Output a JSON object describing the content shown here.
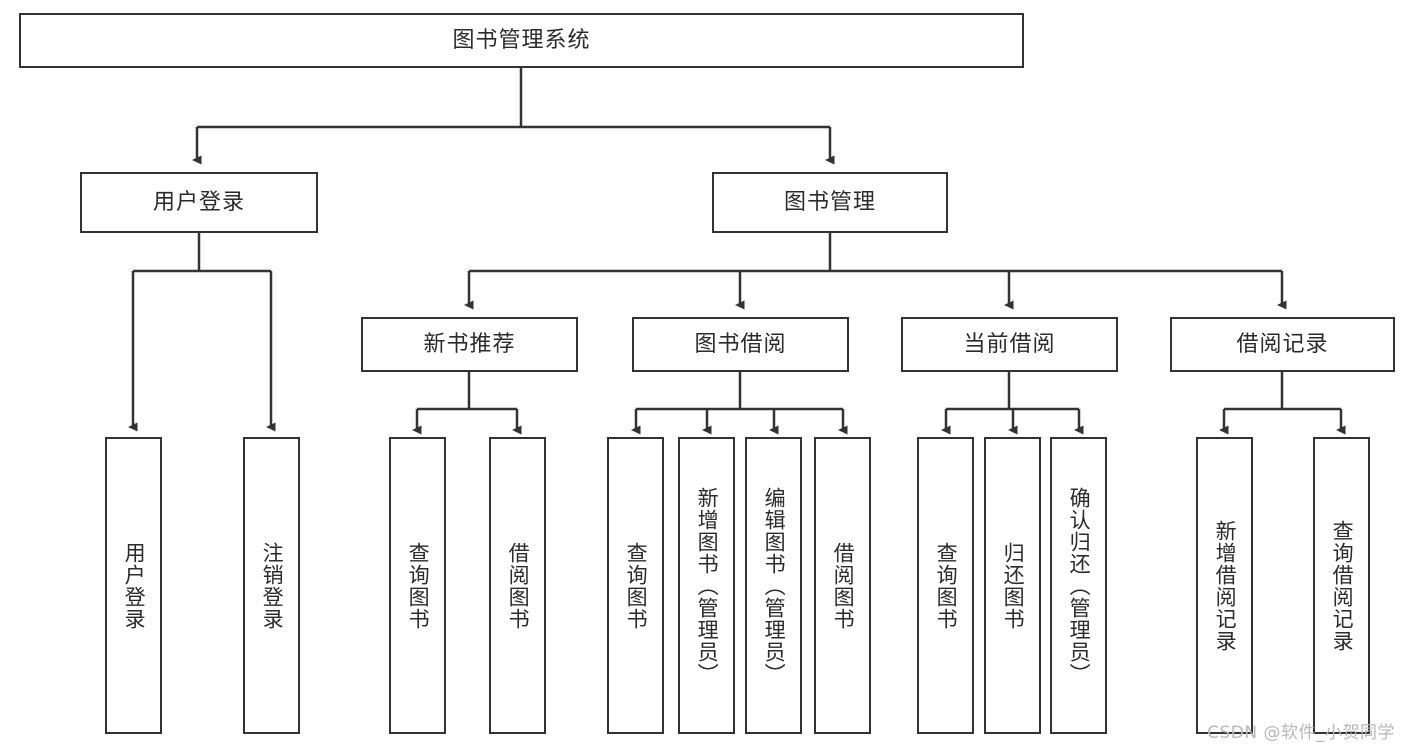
{
  "diagram": {
    "title": "图书管理系统",
    "watermark": "CSDN @软件_小贺同学",
    "type": "tree",
    "orientation": "top-down",
    "style": {
      "box_border_color": "#333333",
      "box_fill_color": "#ffffff",
      "text_color": "#2b2b2b",
      "edge_color": "#333333",
      "background_color": "#ffffff",
      "watermark_color": "#b8b8b8"
    },
    "nodes": {
      "root": {
        "label": "图书管理系统"
      },
      "level1": [
        {
          "id": "user-login",
          "label": "用户登录"
        },
        {
          "id": "book-manage",
          "label": "图书管理"
        }
      ],
      "level2": [
        {
          "id": "new-book-rec",
          "label": "新书推荐",
          "parent": "book-manage"
        },
        {
          "id": "book-borrow",
          "label": "图书借阅",
          "parent": "book-manage"
        },
        {
          "id": "current-borrow",
          "label": "当前借阅",
          "parent": "book-manage"
        },
        {
          "id": "borrow-record",
          "label": "借阅记录",
          "parent": "book-manage"
        }
      ],
      "leaves": [
        {
          "id": "leaf-user-login",
          "label": "用户登录",
          "parent": "user-login"
        },
        {
          "id": "leaf-logout",
          "label": "注销登录",
          "parent": "user-login"
        },
        {
          "id": "leaf-query-book-1",
          "label": "查询图书",
          "parent": "new-book-rec"
        },
        {
          "id": "leaf-borrow-book-1",
          "label": "借阅图书",
          "parent": "new-book-rec"
        },
        {
          "id": "leaf-query-book-2",
          "label": "查询图书",
          "parent": "book-borrow"
        },
        {
          "id": "leaf-add-book",
          "label": "新增图书（管理员）",
          "parent": "book-borrow"
        },
        {
          "id": "leaf-edit-book",
          "label": "编辑图书（管理员）",
          "parent": "book-borrow"
        },
        {
          "id": "leaf-borrow-book-2",
          "label": "借阅图书",
          "parent": "book-borrow"
        },
        {
          "id": "leaf-query-book-3",
          "label": "查询图书",
          "parent": "current-borrow"
        },
        {
          "id": "leaf-return-book",
          "label": "归还图书",
          "parent": "current-borrow"
        },
        {
          "id": "leaf-confirm-return",
          "label": "确认归还（管理员）",
          "parent": "current-borrow"
        },
        {
          "id": "leaf-add-record",
          "label": "新增借阅记录",
          "parent": "borrow-record"
        },
        {
          "id": "leaf-query-record",
          "label": "查询借阅记录",
          "parent": "borrow-record"
        }
      ]
    }
  }
}
